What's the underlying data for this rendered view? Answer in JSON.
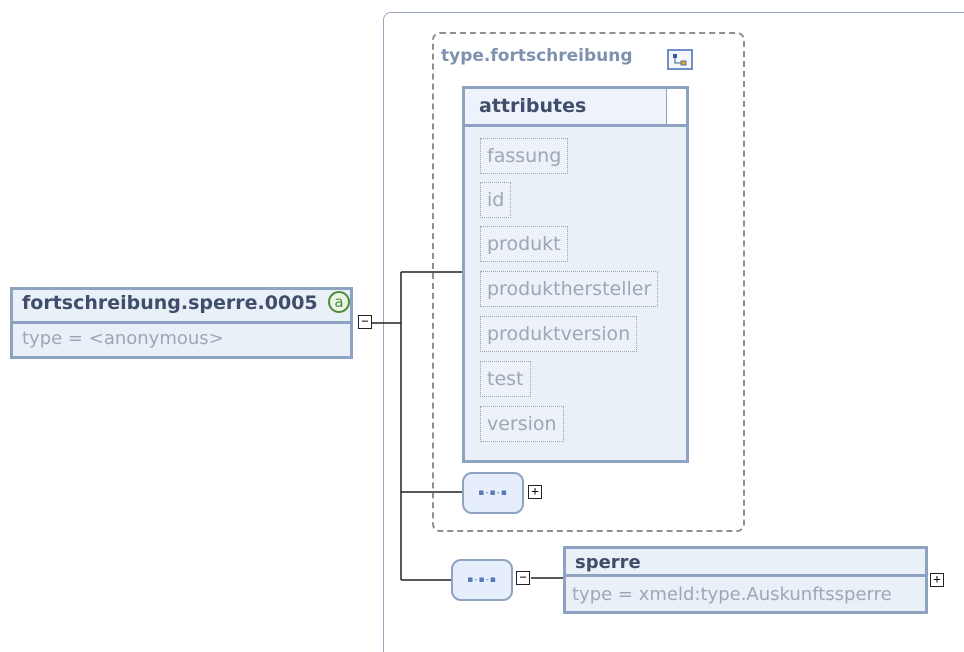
{
  "element": {
    "name": "fortschreibung.sperre.0005",
    "badge": "a",
    "type_text": "type = <anonymous>"
  },
  "complex_type": {
    "name": "type.fortschreibung"
  },
  "attributes": {
    "title": "attributes",
    "items": [
      "fassung",
      "id",
      "produkt",
      "produkthersteller",
      "produktversion",
      "test",
      "version"
    ]
  },
  "sequence": {
    "symbol": "▪-▪-▪"
  },
  "child_element": {
    "name": "sperre",
    "type_text": "type = xmeld:type.Auskunftssperre"
  },
  "toggles": {
    "collapse": "−",
    "expand": "+"
  },
  "colors": {
    "box_fill": "#eaf0f8",
    "box_border": "#8ea2c2",
    "title_text": "#404d6b",
    "muted_text": "#9ea7b7",
    "badge_green": "#4e8a3d"
  }
}
